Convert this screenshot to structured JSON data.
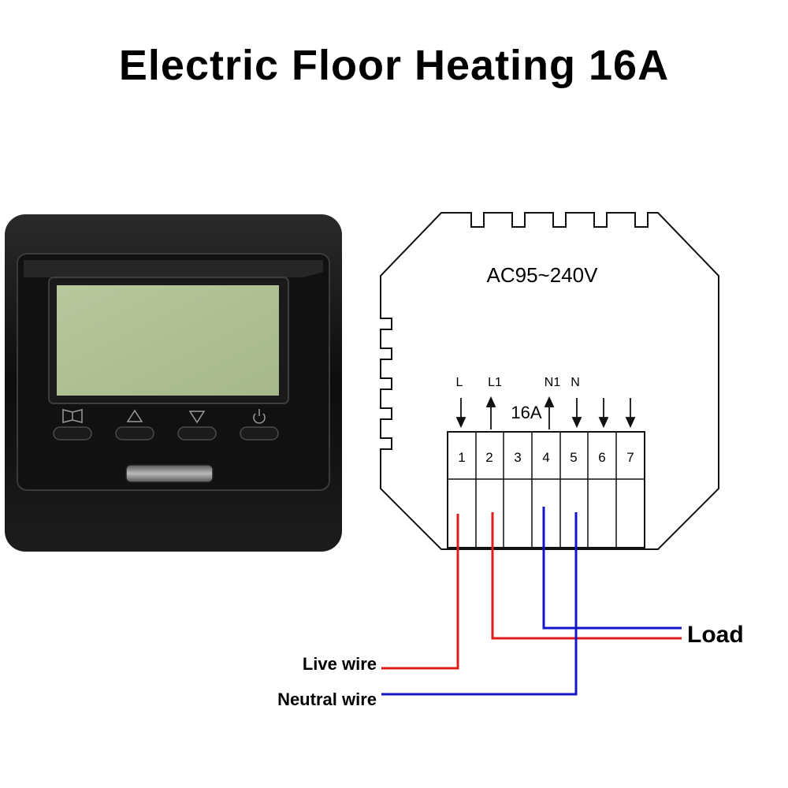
{
  "title": "Electric Floor Heating 16A",
  "module": {
    "voltage": "AC95~240V",
    "rating": "16A",
    "terminal_labels": {
      "L": "L",
      "L1": "L1",
      "N1": "N1",
      "N": "N"
    },
    "terminals": [
      "1",
      "2",
      "3",
      "4",
      "5",
      "6",
      "7"
    ]
  },
  "wires": {
    "live_label": "Live wire",
    "neutral_label": "Neutral wire",
    "load_label": "Load",
    "live_color": "#e01b1b",
    "neutral_color": "#1515c8"
  },
  "device": {
    "buttons": [
      {
        "icon": "book-icon"
      },
      {
        "icon": "up-triangle-icon"
      },
      {
        "icon": "down-triangle-icon"
      },
      {
        "icon": "power-icon"
      }
    ]
  }
}
